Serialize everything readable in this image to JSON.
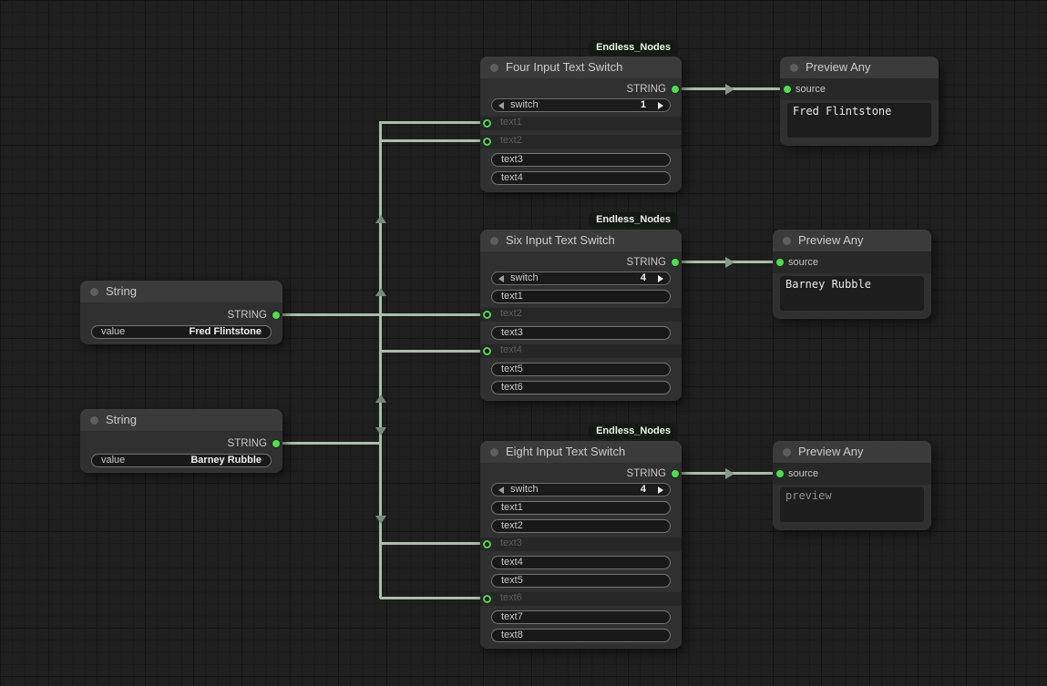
{
  "badge": "Endless_Nodes",
  "nodes": {
    "string1": {
      "title": "String",
      "output": "STRING",
      "widget_label": "value",
      "widget_value": "Fred Flintstone"
    },
    "string2": {
      "title": "String",
      "output": "STRING",
      "widget_label": "value",
      "widget_value": "Barney Rubble"
    },
    "four": {
      "title": "Four Input Text Switch",
      "output": "STRING",
      "switch_label": "switch",
      "switch_value": "1",
      "inputs": [
        "text1",
        "text2",
        "text3",
        "text4"
      ],
      "connected_inputs": [
        "text1",
        "text2"
      ]
    },
    "six": {
      "title": "Six Input Text Switch",
      "output": "STRING",
      "switch_label": "switch",
      "switch_value": "4",
      "inputs": [
        "text1",
        "text2",
        "text3",
        "text4",
        "text5",
        "text6"
      ],
      "connected_inputs": [
        "text2",
        "text4"
      ]
    },
    "eight": {
      "title": "Eight Input Text Switch",
      "output": "STRING",
      "switch_label": "switch",
      "switch_value": "4",
      "inputs": [
        "text1",
        "text2",
        "text3",
        "text4",
        "text5",
        "text6",
        "text7",
        "text8"
      ],
      "connected_inputs": [
        "text3",
        "text6"
      ]
    },
    "preview1": {
      "title": "Preview Any",
      "input": "source",
      "content": "Fred Flintstone"
    },
    "preview2": {
      "title": "Preview Any",
      "input": "source",
      "content": "Barney Rubble"
    },
    "preview3": {
      "title": "Preview Any",
      "input": "source",
      "content": "preview"
    }
  },
  "colors": {
    "link": "#aabdaa",
    "port_green": "#55d955",
    "badge_bg": "#131a13",
    "canvas_bg": "#1f1f1f"
  }
}
